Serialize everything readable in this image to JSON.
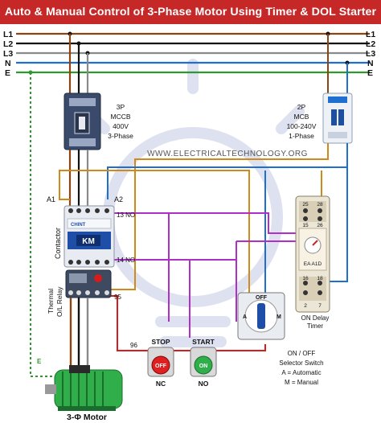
{
  "title": "Auto & Manual Control of 3-Phase Motor Using Timer & DOL Starter",
  "watermark": "WWW.ELECTRICALTECHNOLOGY.ORG",
  "lines": {
    "l1": "L1",
    "l2": "L2",
    "l3": "L3",
    "n": "N",
    "e": "E"
  },
  "mccb": {
    "l1": "3P",
    "l2": "MCCB",
    "l3": "400V",
    "l4": "3-Phase"
  },
  "mcb": {
    "l1": "2P",
    "l2": "MCB",
    "l3": "100-240V",
    "l4": "1-Phase"
  },
  "contactor": {
    "label": "Contactor",
    "a1": "A1",
    "a2": "A2",
    "no13": "13 NO",
    "no14": "14 NO",
    "brand": "CHINT",
    "km": "KM"
  },
  "relay": {
    "label1": "Thermal",
    "label2": "O/L Relay",
    "t95": "95",
    "t96": "96"
  },
  "timer": {
    "label1": "ON Delay",
    "label2": "Timer",
    "t25": "25",
    "t28": "28",
    "t15": "15",
    "t16": "16",
    "t18": "18",
    "t26": "26",
    "t2": "2",
    "t7": "7",
    "model": "EA A1D"
  },
  "stop": {
    "label": "STOP",
    "face": "OFF",
    "type": "NC"
  },
  "start": {
    "label": "START",
    "face": "ON",
    "type": "NO"
  },
  "selector": {
    "off": "OFF",
    "a": "A",
    "m": "M",
    "l1": "ON / OFF",
    "l2": "Selector Switch",
    "l3": "A = Automatic",
    "l4": "M = Manual"
  },
  "motor": {
    "label": "3-Φ Motor",
    "earth": "E"
  },
  "colors": {
    "l1": "#8b4513",
    "l2": "#111111",
    "l3": "#8a8a8a",
    "neutral": "#1e6fd0",
    "earth": "#2e9a2e",
    "control": "#d08a1a",
    "purple": "#b02fc8",
    "red": "#d81b1b",
    "title": "#c62828"
  }
}
